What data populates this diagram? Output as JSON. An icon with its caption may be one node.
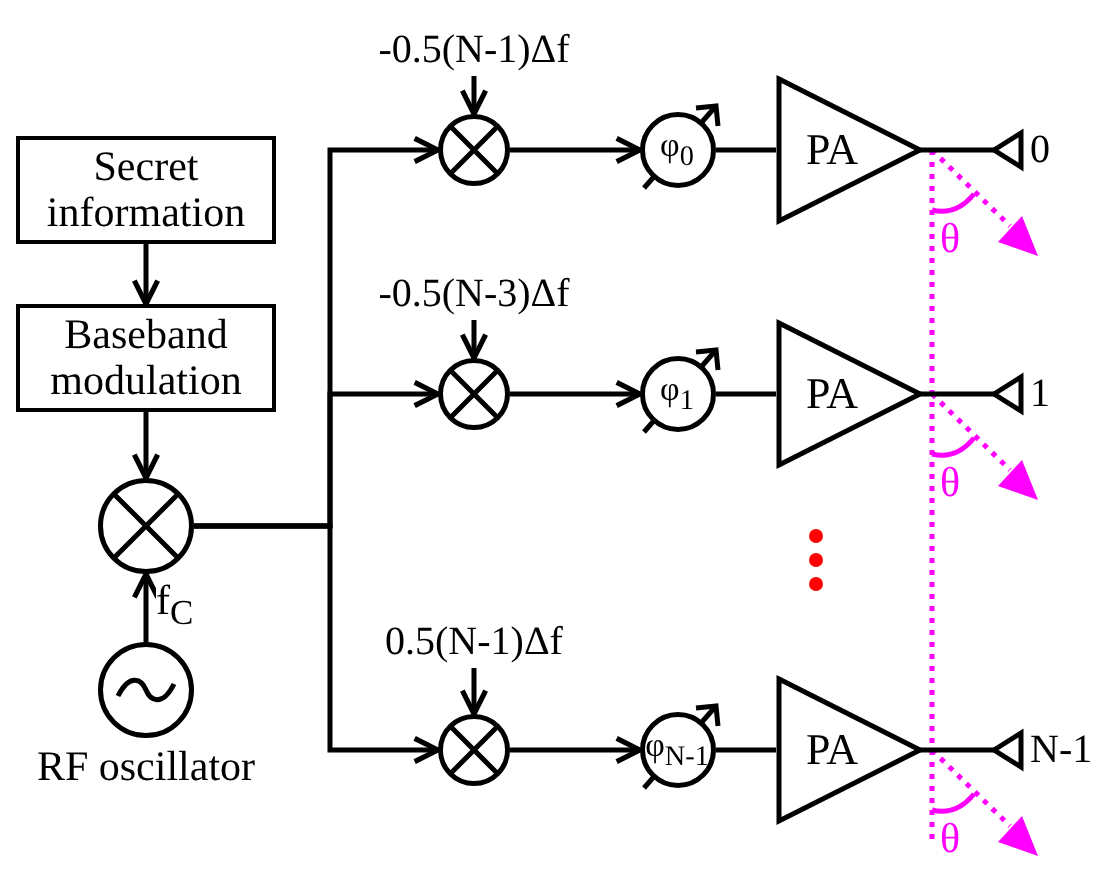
{
  "diagram": {
    "nodes": [
      {
        "text": [
          "Secret information"
        ]
      },
      {
        "text": [
          "Baseband modulation"
        ]
      },
      {
        "text": [],
        "shape": "circle"
      },
      {
        "text": [],
        "shape": "circle",
        "beside": [
          "RF oscillator"
        ]
      },
      {
        "text": [
          "-0.5(N-1)Δf"
        ]
      },
      {
        "text": [],
        "shape": "circle"
      },
      {
        "text": [
          "φ$_{0}$"
        ]
      },
      {
        "text": [
          "PA"
        ]
      },
      {
        "text": [],
        "shape": "antenna",
        "beside": [
          "0"
        ]
      },
      {
        "text": [
          "-0.5(N-3)Δf"
        ]
      },
      {
        "text": [],
        "shape": "circle"
      },
      {
        "text": [
          "φ$_{1}$"
        ]
      },
      {
        "text": [
          "PA"
        ]
      },
      {
        "text": [],
        "shape": "antenna",
        "beside": [
          "1"
        ]
      },
      {
        "text": [
          "0.5(N-1)Δf"
        ]
      },
      {
        "text": [],
        "shape": "circle"
      },
      {
        "text": [
          "φ$_{N-1}$"
        ]
      },
      {
        "text": [
          "PA"
        ]
      },
      {
        "text": [],
        "shape": "antenna",
        "beside": [
          "N-1"
        ]
      }
    ],
    "edges": [
      {
        "from": 0,
        "to": 1,
        "arrow": "to"
      },
      {
        "from": 1,
        "to": 2,
        "arrow": "to"
      },
      {
        "from": 3,
        "to": 2,
        "arrow": "to",
        "label": "f$_{C}$"
      },
      {
        "from": 2,
        "to": 5,
        "arrow": "to"
      },
      {
        "from": 2,
        "to": 10,
        "arrow": "to"
      },
      {
        "from": 2,
        "to": 15,
        "arrow": "to"
      },
      {
        "from": 4,
        "to": 5,
        "arrow": "to"
      },
      {
        "from": 5,
        "to": 6,
        "arrow": "to"
      },
      {
        "from": 6,
        "to": 7,
        "arrow": "none"
      },
      {
        "from": 7,
        "to": 8,
        "arrow": "none"
      },
      {
        "from": 9,
        "to": 10,
        "arrow": "to"
      },
      {
        "from": 10,
        "to": 11,
        "arrow": "to"
      },
      {
        "from": 11,
        "to": 12,
        "arrow": "none"
      },
      {
        "from": 12,
        "to": 13,
        "arrow": "none"
      },
      {
        "from": 14,
        "to": 15,
        "arrow": "to"
      },
      {
        "from": 15,
        "to": 16,
        "arrow": "to"
      },
      {
        "from": 16,
        "to": 17,
        "arrow": "none"
      },
      {
        "from": 17,
        "to": 18,
        "arrow": "none"
      }
    ],
    "labels": [
      "θ",
      "θ",
      "θ"
    ]
  }
}
